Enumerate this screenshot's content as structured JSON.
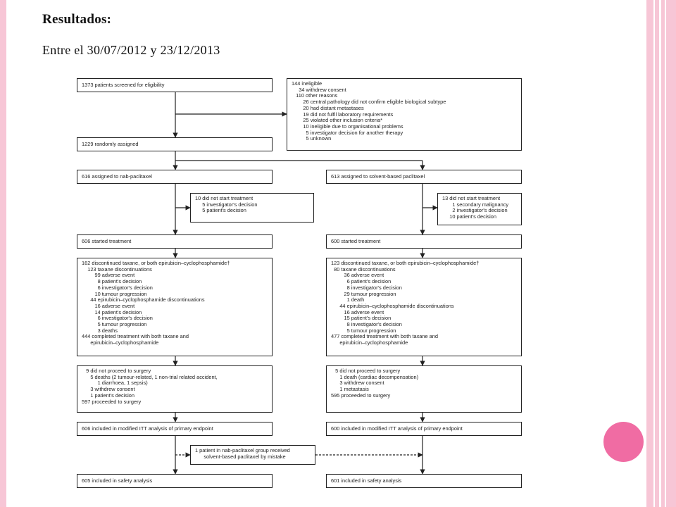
{
  "header": {
    "title": "Resultados:",
    "subtitle": "Entre el 30/07/2012 y 23/12/2013"
  },
  "colors": {
    "pink_stripe": "#f7c6d6",
    "pink_circle": "#f06ca3",
    "line": "#222222"
  },
  "flowchart": {
    "screened": "1373 patients screened for eligibility",
    "ineligible": "144 ineligible\n     34 withdrew consent\n   110 other reasons\n        26 central pathology did not confirm eligible biological subtype\n        20 had distant metastases\n        19 did not fulfil laboratory requirements\n        25 violated other inclusion criteria*\n        10 ineligible due to organisational problems\n          5 investigator decision for another therapy\n          5 unknown",
    "randomised": "1229 randomly assigned",
    "left": {
      "assigned": "616 assigned to nab-paclitaxel",
      "not_started": "10 did not start treatment\n     5 investigator's decision\n     5 patient's decision",
      "started": "606 started treatment",
      "discontinued": "162 discontinued taxane, or both epirubicin–cyclophosphamide†\n    123 taxane discontinuations\n         99 adverse event\n           8 patient's decision\n           6 investigator's decision\n         10 tumour progression\n      44 epirubicin–cyclophosphamide discontinuations\n         16 adverse event\n         14 patient's decision\n           6 investigator's decision\n           5 tumour progression\n           3 deaths\n444 completed treatment with both taxane and\n      epirubicin–cyclophosphamide",
      "surgery": "   9 did not proceed to surgery\n      5 deaths (2 tumour-related, 1 non-trial related accident,\n           1 diarrhoea, 1 sepsis)\n      3 withdrew consent\n      1 patient's decision\n597 proceeded to surgery",
      "itt": "606 included in modified ITT analysis of primary endpoint",
      "safety": "605 included in safety analysis"
    },
    "right": {
      "assigned": "613 assigned to solvent-based paclitaxel",
      "not_started": "13 did not start treatment\n       1 secondary malignancy\n       2 investigator's decision\n     10 patient's decision",
      "started": "600 started treatment",
      "discontinued": "123 discontinued taxane, or both epirubicin–cyclophosphamide†\n  80 taxane discontinuations\n         36 adverse event\n           6 patient's decision\n           8 investigator's decision\n         29 tumour progression\n           1 death\n      44 epirubicin–cyclophosphamide discontinuations\n         16 adverse event\n         15 patient's decision\n           8 investigator's decision\n           5 tumour progression\n477 completed treatment with both taxane and\n      epirubicin–cyclophosphamide",
      "surgery": "   5 did not proceed to surgery\n      1 death (cardiac decompensation)\n      3 withdrew consent\n      1 metastasis\n595 proceeded to surgery",
      "itt": "600 included in modified ITT analysis of primary endpoint",
      "safety": "601 included in safety analysis"
    },
    "crossover": "1 patient in nab-paclitaxel group received\n      solvent-based paclitaxel by mistake"
  }
}
